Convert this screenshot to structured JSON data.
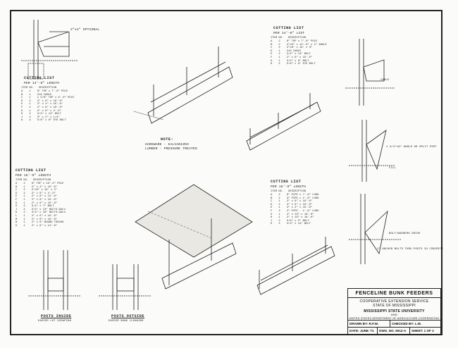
{
  "cut_list_top_left": {
    "title": "CUTTING LIST",
    "subtitle": "PER 14'-0\" LENGTH",
    "columns": "ITEM NO.   DESCRIPTION",
    "rows": [
      "A    1    8\" TOP x 7'-0\" POLE",
      "B    1    2x6 CABLE",
      "C    1    1 5/8\" TOP x 6'-0\" POLE",
      "D    2    2\" x 6\" x 16'-0\"",
      "E    1    2\" x 4\" x 16'-0\"",
      "F    2    2\" x 6\" x 16'-0\"",
      "G    1    2\" x 6\" x 2'-0\"",
      "H    2    3/4\" x 14\" BOLT",
      "J    2    3\" x 2\" x 1/4\"",
      "K    4    5/8\" x 8\" EYE BOLT"
    ]
  },
  "cut_list_top_right": {
    "title": "CUTTING LIST",
    "subtitle": "PER 14'-0\" LIST",
    "columns": "ITEM NO.   DESCRIPTION",
    "rows": [
      "A    2    8\" TOP x 7'-0\" POLE",
      "B    2    2\"x6\" x 14'-0\" x 4\" ANGLE",
      "C    2    2\"x6\" x 16' x 3\"",
      "D    1    2x6 CABLE",
      "E    2    3/4\" x 14\" BOLT",
      "F    1    2\" x 6\" x 10'-0\"",
      "G    1    3/4\" x 8\" BOLT",
      "H    4    5/8\" x 8\" EYE BOLT"
    ]
  },
  "cut_list_mid_left": {
    "title": "CUTTING LIST",
    "subtitle": "PER 16'-0\" LENGTH",
    "columns": "ITEM NO.   DESCRIPTION",
    "rows": [
      "A    2    8\" TOP x 18'-0\" POLE",
      "B    1    2\" x 4\" x 16'-0\"",
      "C    2    2\"x6\" x 16' x 2\"",
      "D    2    2\" x 8\" x 4'-0\"",
      "E    1    2\" x 6\" x 12'-0\"",
      "F    1    2\" x 8\" x 16'-0\"",
      "G    1    2\" x 8\" x 10'-0\"",
      "H    4    3/4\" x 7\" BOLT",
      "J    4    3/4\" x 13\" BOLTS-GALV.",
      "K    2    3/4\" x 16\" BOLTS-GALV.",
      "L    1    2\" x 6\" x 18'-0\"",
      "M    1    2\" x 8\" x 10'-0\"",
      "N    1    2\" x 6\" BOARD TROUGH",
      "O    1    2\" x 6\" x 14'-0\""
    ]
  },
  "cut_list_mid_right": {
    "title": "CUTTING LIST",
    "subtitle": "PER 16'-0\" LENGTH",
    "columns": "ITEM NO.   DESCRIPTION",
    "rows": [
      "A    2    8\" PLPE x 7'-6\" LONG",
      "B    2    3\" PIPE x 1'-6\" LONG",
      "C    1    2\" x 6\" x 16'-0\"",
      "D    2    2\" x 6\" x 16'-0\"",
      "E    1    2\" x 4\" x 16'-0\"",
      "F    3    2\" PIPE - 1'-6\" LONG",
      "G    1    2\" x 10\" x 16'-0\"",
      "H    1    2\" x 10\" x 18'-0\"",
      "J    2    5/8\" x 5\" BOLT",
      "K    4    3/4\" x 14\" BOLT"
    ]
  },
  "notes": {
    "title": "NOTE:",
    "line1": "HARDWARE - GALVANIZED",
    "line2": "LUMBER - PRESSURE TREATED"
  },
  "labels": {
    "posts_inside": "POSTS INSIDE",
    "posts_inside_sub": "EASIER LOT SCRAPING",
    "posts_outside": "POSTS OUTSIDE",
    "posts_outside_sub": "EASIER BUNK CLEANING",
    "optional": "2\"x4\" OPTIONAL",
    "anchor_note": "2\" ANCHOR BOLTS THRU POSTS IN CONCRETE",
    "cable_note": "CABLE",
    "fill_note": "FILL",
    "pipe_note": "1 3/4\"x8\" ANGLE OR SPLIT POST",
    "bolt_note": "BOLT/WASHERS DRIVE"
  },
  "title_block": {
    "title": "FENCELINE BUNK FEEDERS",
    "line1": "COOPERATIVE EXTENSION SERVICE",
    "line2": "STATE OF MISSISSIPPI",
    "line3": "MISSISSIPPI STATE UNIVERSITY",
    "line4": "AND",
    "line5": "UNITED STATES DEPARTMENT OF AGRICULTURE COOPERATING",
    "drawn_by": "DRAWN BY: R.F.W.",
    "checked_by": "CHECKED BY: L.M.",
    "date": "DATE: JUNE '71",
    "dwg_no": "DWG. NO. 6012-A",
    "sheet": "SHEET: 1 OF 3"
  }
}
